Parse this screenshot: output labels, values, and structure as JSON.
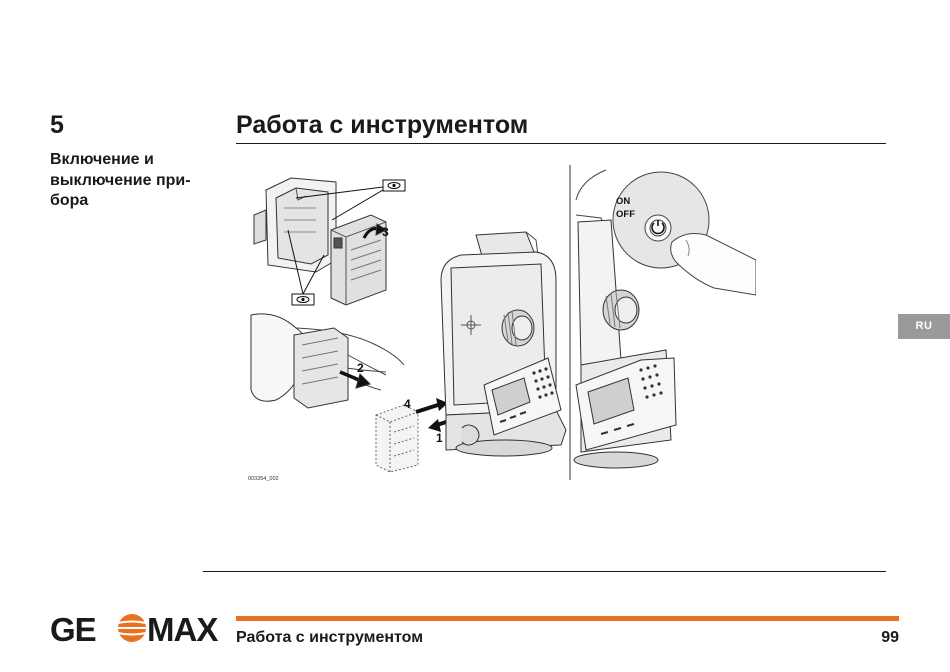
{
  "header": {
    "chapter_number": "5",
    "chapter_title": "Работа с инструментом"
  },
  "section": {
    "heading_lines": [
      "Включение и",
      "выключение при-",
      "бора"
    ]
  },
  "figure": {
    "code": "003354_002",
    "steps": [
      "1",
      "2",
      "3",
      "4"
    ],
    "button_label_on": "ON",
    "button_label_off": "OFF"
  },
  "lang_tab": "RU",
  "footer": {
    "logo": {
      "text_left": "GE",
      "text_right": "MAX",
      "color": "#e8701f"
    },
    "title": "Работа с инструментом",
    "page_number": "99",
    "accent_color": "#e8701f"
  }
}
